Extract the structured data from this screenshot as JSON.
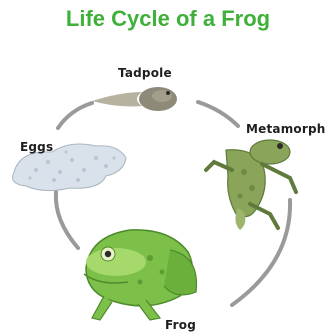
{
  "title": "Life Cycle of a Frog",
  "stages": {
    "tadpole": "Tadpole",
    "eggs": "Eggs",
    "metamorph": "Metamorph",
    "frog": "Frog"
  },
  "colors": {
    "title": "#3fb03a",
    "arrow": "#9a9a9a",
    "frog_green": "#7cc04a",
    "metamorph_green": "#8aa55a",
    "tadpole_gray": "#8e8a7a",
    "eggs": "#d9e2ea"
  },
  "icons": [
    "eggs-cluster",
    "tadpole-figure",
    "metamorph-figure",
    "frog-figure",
    "cycle-arrow"
  ]
}
